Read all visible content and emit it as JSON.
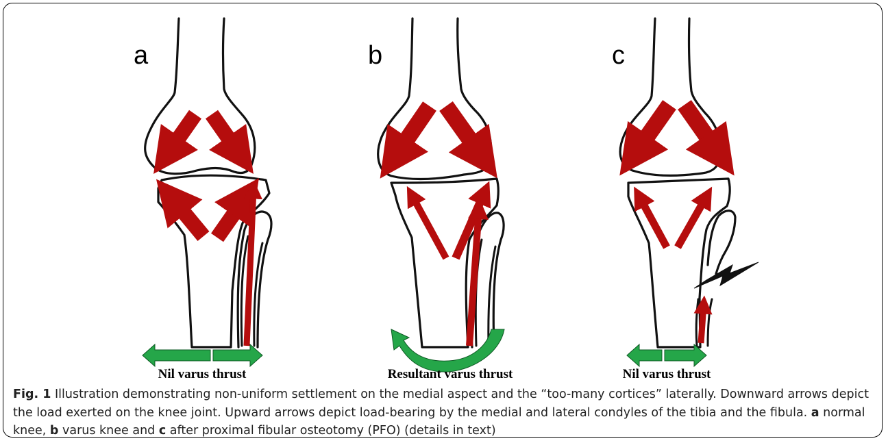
{
  "panels": [
    {
      "letter": "a",
      "thrust_label": "Nil varus thrust"
    },
    {
      "letter": "b",
      "thrust_label": "Resultant varus thrust"
    },
    {
      "letter": "c",
      "thrust_label": "Nil varus thrust"
    }
  ],
  "caption": {
    "fig_label": "Fig. 1",
    "text_1": " Illustration demonstrating non-uniform settlement on the medial aspect and the “too-many cortices” laterally. Downward arrows depict the load exerted on the knee joint. Upward arrows depict load-bearing by the medial and lateral condyles of the tibia and the fibula. ",
    "key_a": "a",
    "text_2": " normal knee, ",
    "key_b": "b",
    "text_3": " varus knee and ",
    "key_c": "c",
    "text_4": " after proximal fibular osteotomy (PFO) (details in text)"
  },
  "colors": {
    "arrow_red": "#b50d0d",
    "arrow_green": "#25a649",
    "outline": "#111111"
  },
  "icons": [
    "red-load-arrow",
    "green-thrust-arrow",
    "osteotomy-zigzag-icon"
  ]
}
